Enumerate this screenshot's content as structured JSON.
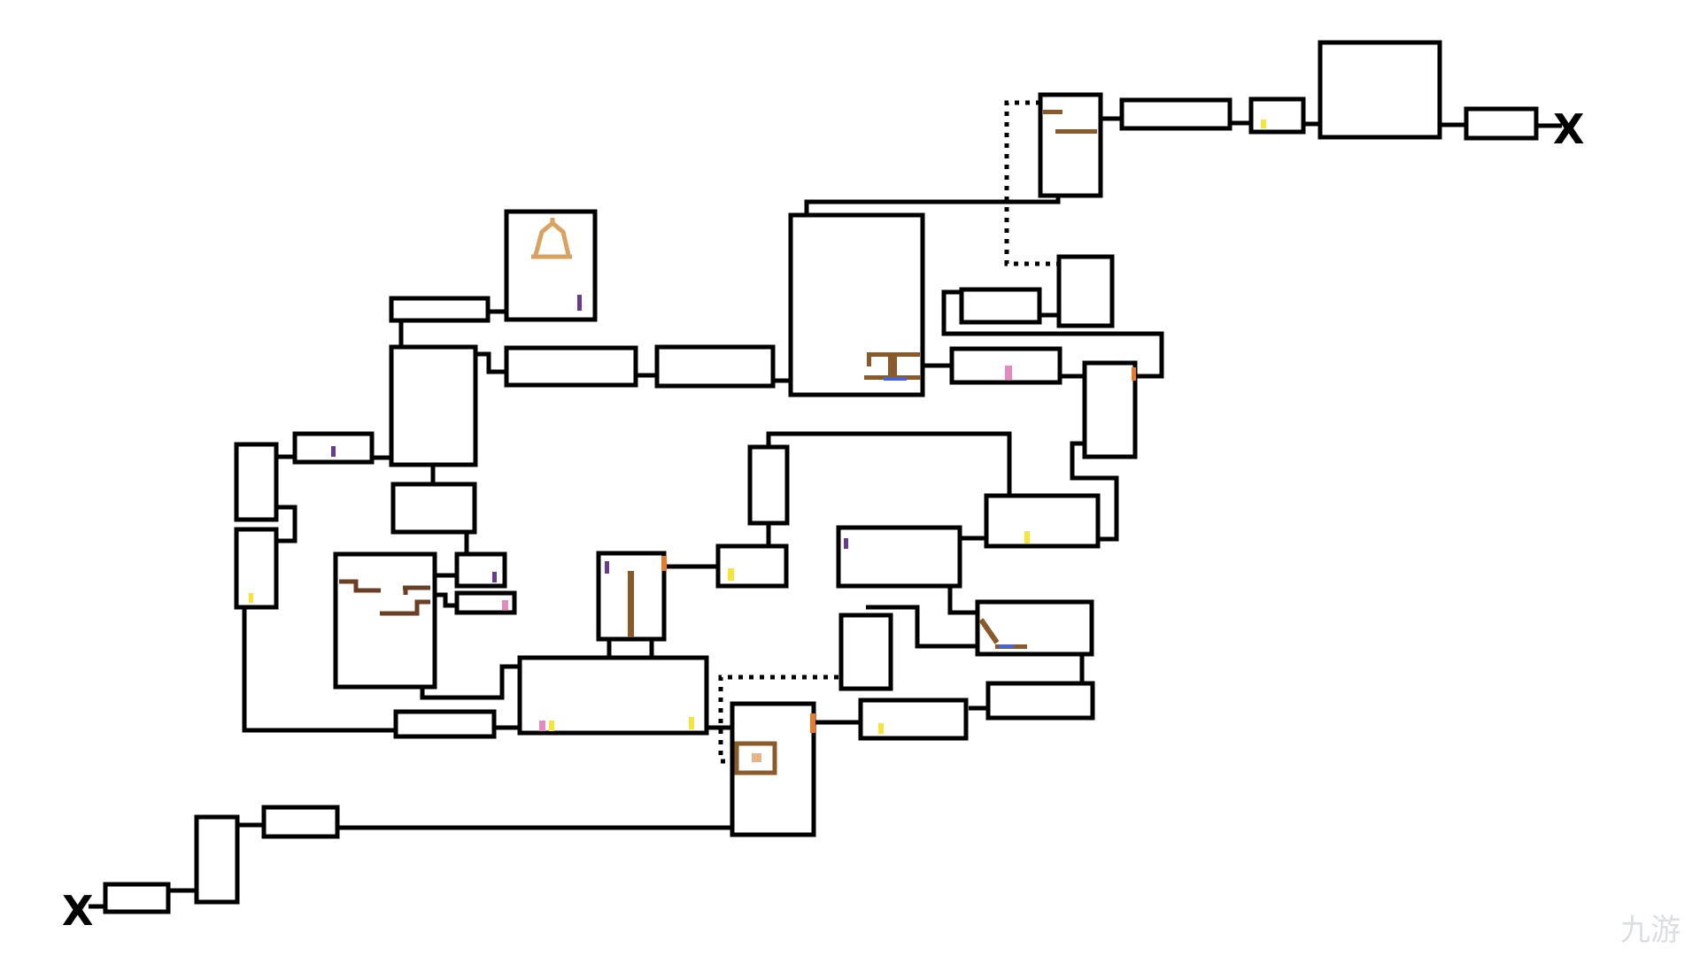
{
  "map": {
    "end_marker_left": "X",
    "end_marker_right": "X",
    "watermark_text": "九游",
    "colors": {
      "background": "#ffffff",
      "wall": "#000000",
      "wood": "#8b5a2b",
      "tan": "#d9a35f",
      "yellow": "#f7e43a",
      "purple": "#6a3a8c",
      "pink": "#e58ac0",
      "orange": "#e87a28",
      "blue": "#4a62d6",
      "peach": "#e8b486",
      "watermark": "#9aa4ad"
    },
    "icons": [
      "bell-icon",
      "table-icon",
      "frame-icon",
      "ladder-icon",
      "exit-cross-icon"
    ]
  }
}
